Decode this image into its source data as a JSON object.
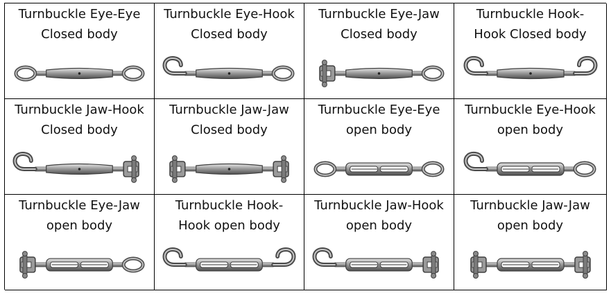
{
  "cells": [
    {
      "line1": "Turnbuckle Eye-Eye",
      "line2": "Closed body",
      "left": "eye",
      "right": "eye",
      "body": "closed",
      "icon": "eye-eye-closed-turnbuckle-icon"
    },
    {
      "line1": "Turnbuckle Eye-Hook",
      "line2": "Closed body",
      "left": "hook",
      "right": "eye",
      "body": "closed",
      "icon": "hook-eye-closed-turnbuckle-icon"
    },
    {
      "line1": "Turnbuckle Eye-Jaw",
      "line2": "Closed body",
      "left": "jaw",
      "right": "eye",
      "body": "closed",
      "icon": "jaw-eye-closed-turnbuckle-icon"
    },
    {
      "line1": "Turnbuckle Hook-",
      "line2": "Hook Closed body",
      "left": "hook",
      "right": "hook",
      "body": "closed",
      "icon": "hook-hook-closed-turnbuckle-icon"
    },
    {
      "line1": "Turnbuckle Jaw-Hook",
      "line2": "Closed body",
      "left": "hook",
      "right": "jaw",
      "body": "closed",
      "icon": "hook-jaw-closed-turnbuckle-icon"
    },
    {
      "line1": "Turnbuckle Jaw-Jaw",
      "line2": "Closed body",
      "left": "jaw",
      "right": "jaw",
      "body": "closed",
      "icon": "jaw-jaw-closed-turnbuckle-icon"
    },
    {
      "line1": "Turnbuckle Eye-Eye",
      "line2": "open body",
      "left": "eye",
      "right": "eye",
      "body": "open",
      "icon": "eye-eye-open-turnbuckle-icon"
    },
    {
      "line1": "Turnbuckle Eye-Hook",
      "line2": "open body",
      "left": "hook",
      "right": "eye",
      "body": "open",
      "icon": "hook-eye-open-turnbuckle-icon"
    },
    {
      "line1": "Turnbuckle Eye-Jaw",
      "line2": "open body",
      "left": "jaw",
      "right": "eye",
      "body": "open",
      "icon": "jaw-eye-open-turnbuckle-icon"
    },
    {
      "line1": "Turnbuckle Hook-",
      "line2": "Hook open body",
      "left": "hook",
      "right": "hook",
      "body": "open",
      "icon": "hook-hook-open-turnbuckle-icon"
    },
    {
      "line1": "Turnbuckle Jaw-Hook",
      "line2": "open body",
      "left": "hook",
      "right": "jaw",
      "body": "open",
      "icon": "hook-jaw-open-turnbuckle-icon"
    },
    {
      "line1": "Turnbuckle Jaw-Jaw",
      "line2": "open body",
      "left": "jaw",
      "right": "jaw",
      "body": "open",
      "icon": "jaw-jaw-open-turnbuckle-icon"
    }
  ],
  "colors": {
    "metal_dark": "#4a4a4a",
    "metal_mid": "#8c8c8c",
    "metal_light": "#d6d6d6",
    "border": "#000000"
  }
}
